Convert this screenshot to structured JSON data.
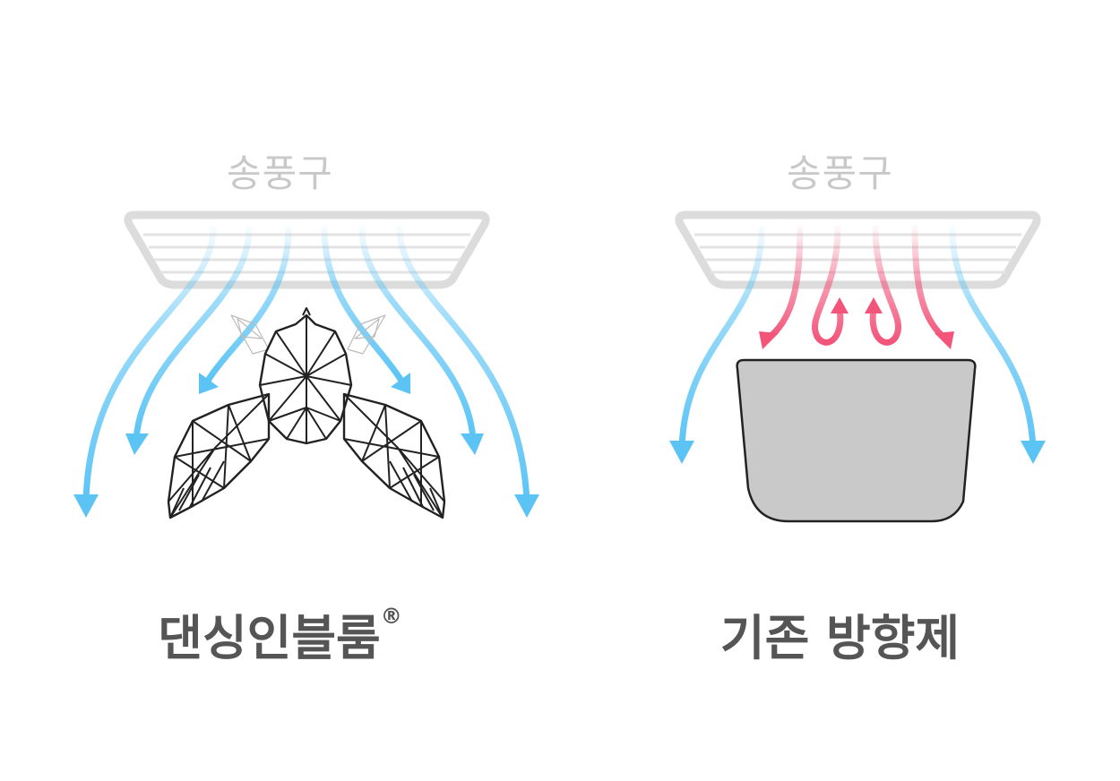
{
  "left": {
    "vent_label": "송풍구",
    "caption": "댄싱인블룸",
    "caption_mark": "®"
  },
  "right": {
    "vent_label": "송풍구",
    "caption": "기존 방향제"
  },
  "colors": {
    "vent_outline": "#dcdcdc",
    "air_blue": "#5cc4f5",
    "air_pink": "#f2547a",
    "freshener_fill": "#c9c9c9",
    "caption": "#555555",
    "label": "#c8c8c8"
  },
  "icons": {
    "product": "flower-wings-wireframe-icon",
    "freshener": "rounded-block-freshener-icon"
  }
}
